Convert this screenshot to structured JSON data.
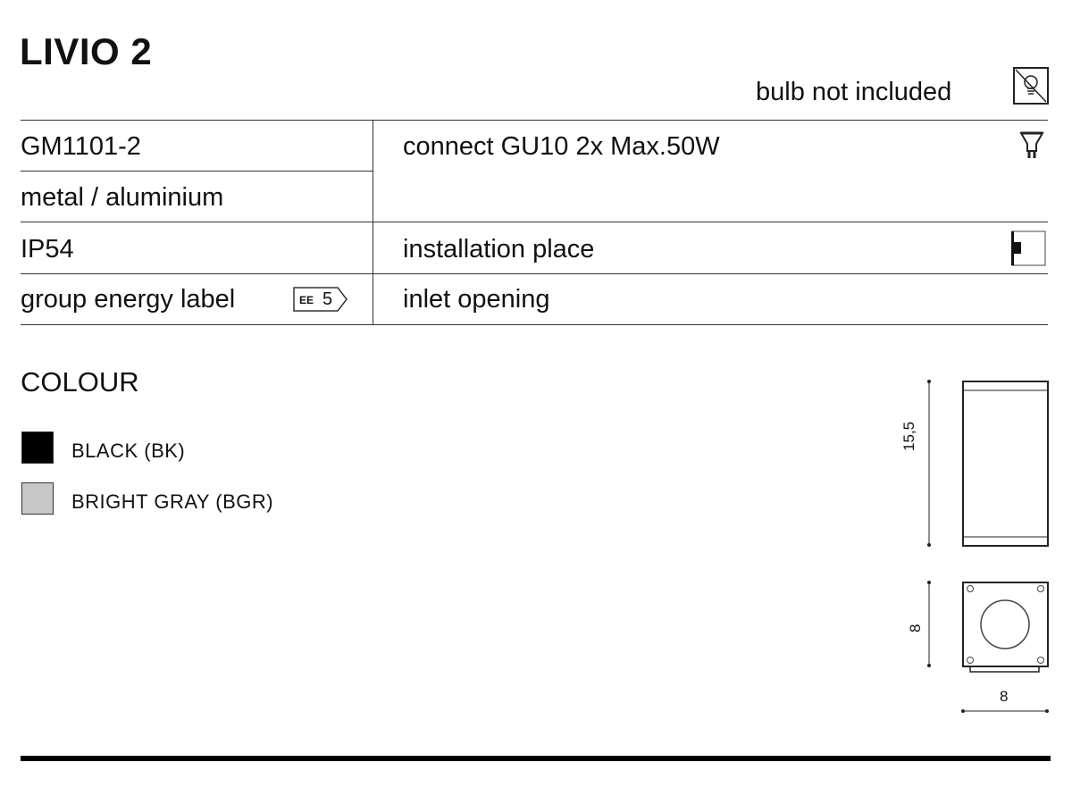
{
  "title": "LIVIO 2",
  "bulb_note": "bulb not included",
  "specs": {
    "code": "GM1101-2",
    "material": "metal / aluminium",
    "ip": "IP54",
    "energy_label": "group energy label",
    "energy_badge_prefix": "EE",
    "energy_badge_value": "5",
    "connect": "connect GU10 2x Max.50W",
    "installation": "installation place",
    "inlet": "inlet opening"
  },
  "colour": {
    "heading": "COLOUR",
    "options": [
      {
        "label": "BLACK (BK)",
        "color": "#000000"
      },
      {
        "label": "BRIGHT GRAY (BGR)",
        "color": "#c8c8c8"
      }
    ]
  },
  "dimensions": {
    "height": "15,5",
    "depth": "8",
    "width": "8"
  }
}
